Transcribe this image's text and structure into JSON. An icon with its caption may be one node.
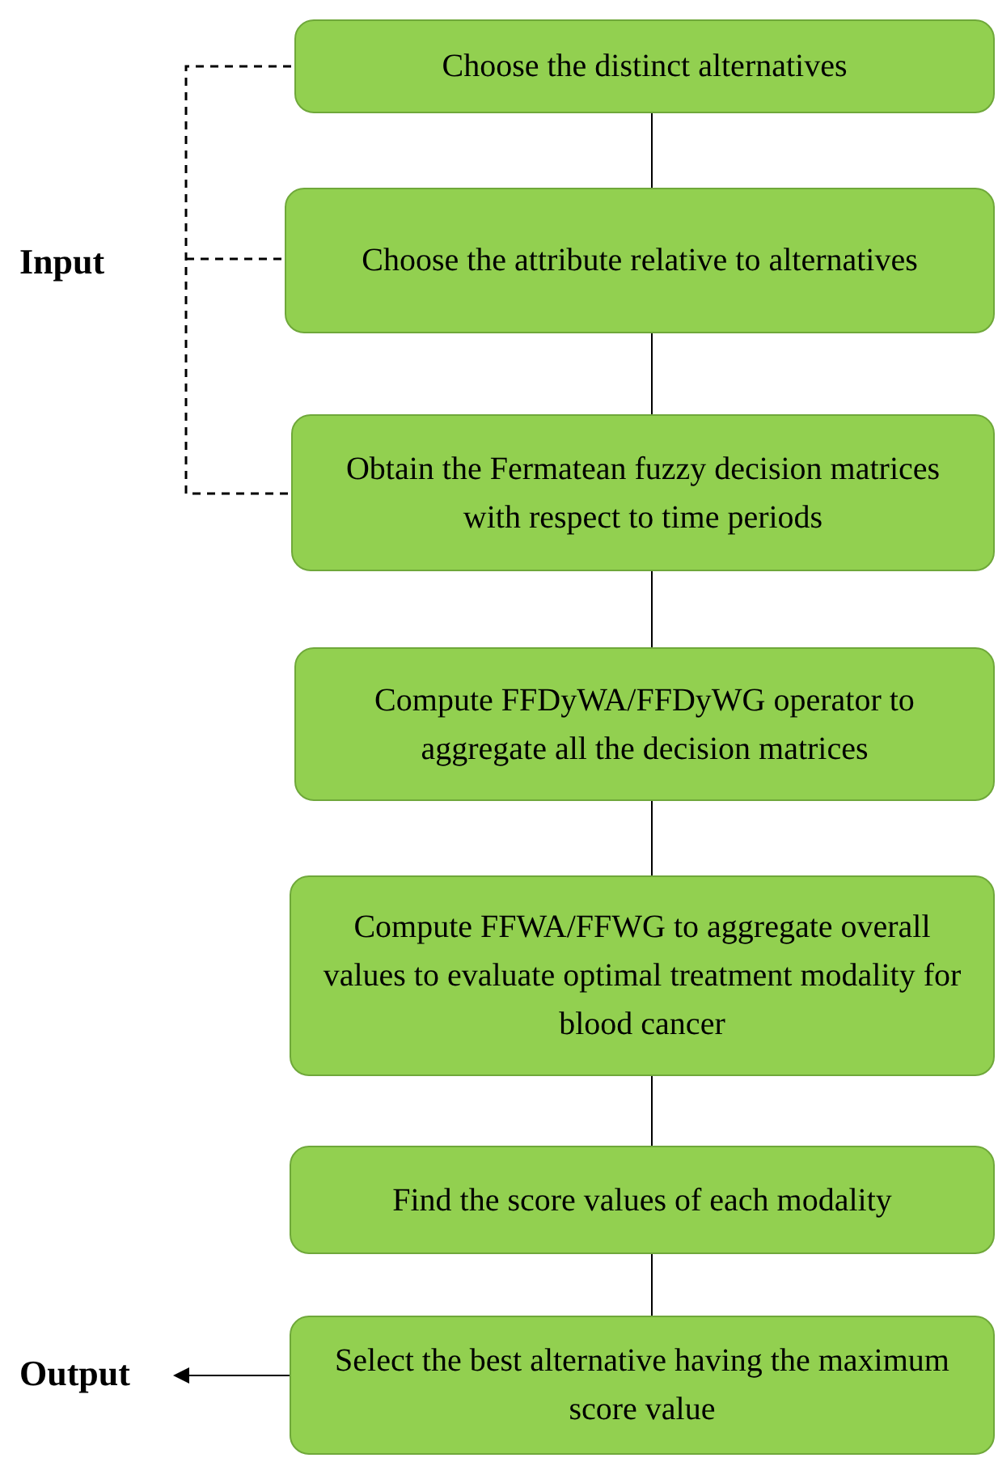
{
  "diagram": {
    "nodes": [
      {
        "text": [
          "Choose the distinct alternatives"
        ]
      },
      {
        "text": [
          "Choose the attribute relative to alternatives"
        ]
      },
      {
        "text": [
          "Obtain the Fermatean fuzzy decision matrices with respect to time periods"
        ]
      },
      {
        "text": [
          "Compute FFDyWA/FFDyWG operator to aggregate all the decision matrices"
        ]
      },
      {
        "text": [
          "Compute FFWA/FFWG to aggregate overall values to evaluate optimal treatment modality for blood cancer"
        ]
      },
      {
        "text": [
          "Find the score values of each modality"
        ]
      },
      {
        "text": [
          "Select the best alternative having the maximum score value"
        ]
      },
      {
        "text": [
          "Output"
        ]
      }
    ],
    "edges": [
      {
        "from": 0,
        "to": 1,
        "arrow": "none"
      },
      {
        "from": 1,
        "to": 2,
        "arrow": "none"
      },
      {
        "from": 2,
        "to": 3,
        "arrow": "none"
      },
      {
        "from": 3,
        "to": 4,
        "arrow": "none"
      },
      {
        "from": 4,
        "to": 5,
        "arrow": "none"
      },
      {
        "from": 5,
        "to": 6,
        "arrow": "none"
      },
      {
        "from": 6,
        "to": 7,
        "arrow": "to"
      }
    ],
    "labels": [
      "Input"
    ]
  }
}
